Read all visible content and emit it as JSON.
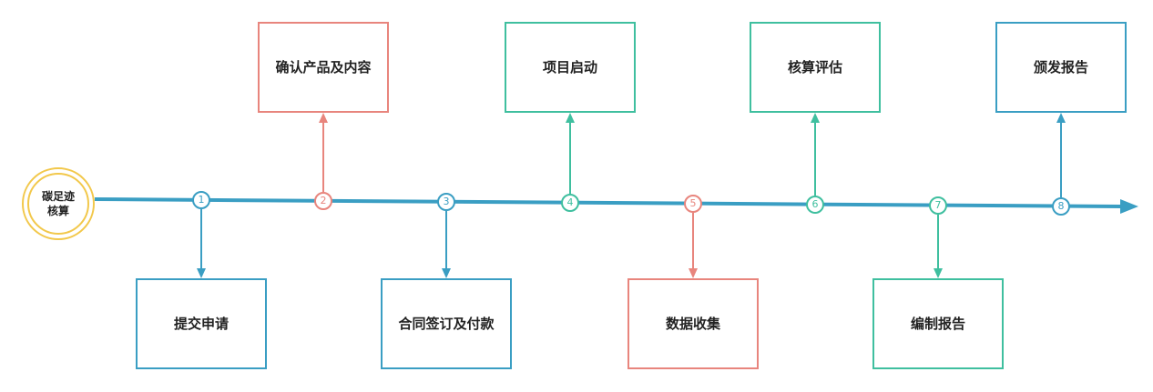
{
  "start": {
    "line1": "碳足迹",
    "line2": "核算"
  },
  "colors": {
    "blue": "#3a9ec3",
    "red": "#e8857d",
    "green": "#3fbf9f",
    "axis": "#3a9ec3",
    "start": "#f2c84b"
  },
  "steps": [
    {
      "num": "1",
      "label": "提交申请",
      "position": "below",
      "color": "blue"
    },
    {
      "num": "2",
      "label": "确认产品及内容",
      "position": "above",
      "color": "red"
    },
    {
      "num": "3",
      "label": "合同签订及付款",
      "position": "below",
      "color": "blue"
    },
    {
      "num": "4",
      "label": "项目启动",
      "position": "above",
      "color": "green"
    },
    {
      "num": "5",
      "label": "数据收集",
      "position": "below",
      "color": "red"
    },
    {
      "num": "6",
      "label": "核算评估",
      "position": "above",
      "color": "green"
    },
    {
      "num": "7",
      "label": "编制报告",
      "position": "below",
      "color": "green"
    },
    {
      "num": "8",
      "label": "颁发报告",
      "position": "above",
      "color": "blue"
    }
  ]
}
